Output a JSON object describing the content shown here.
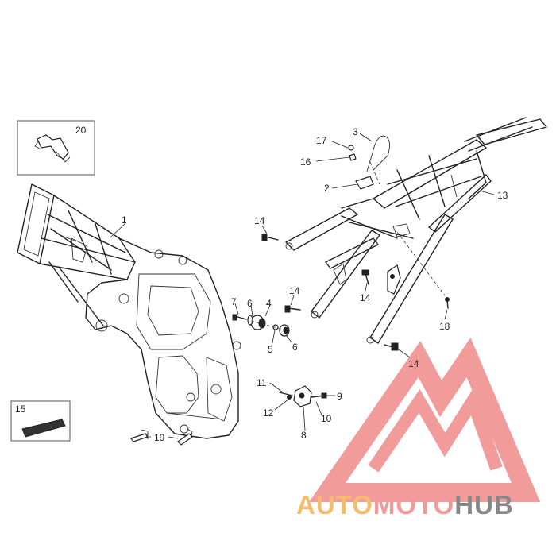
{
  "callouts": {
    "c1": "1",
    "c2": "2",
    "c3": "3",
    "c4": "4",
    "c5": "5",
    "c6a": "6",
    "c6b": "6",
    "c7": "7",
    "c8": "8",
    "c9": "9",
    "c10": "10",
    "c11": "11",
    "c12": "12",
    "c13": "13",
    "c14a": "14",
    "c14b": "14",
    "c14c": "14",
    "c14d": "14",
    "c15": "15",
    "c16": "16",
    "c17": "17",
    "c18": "18",
    "c19": "19",
    "c20": "20"
  },
  "watermark": {
    "part1": "AUTO",
    "part2": "MOTO",
    "part3": "HUB",
    "color1": "#f6bc6e",
    "color2": "#f29a9a",
    "color3": "#888888",
    "logo_color": "#f08a8a"
  }
}
